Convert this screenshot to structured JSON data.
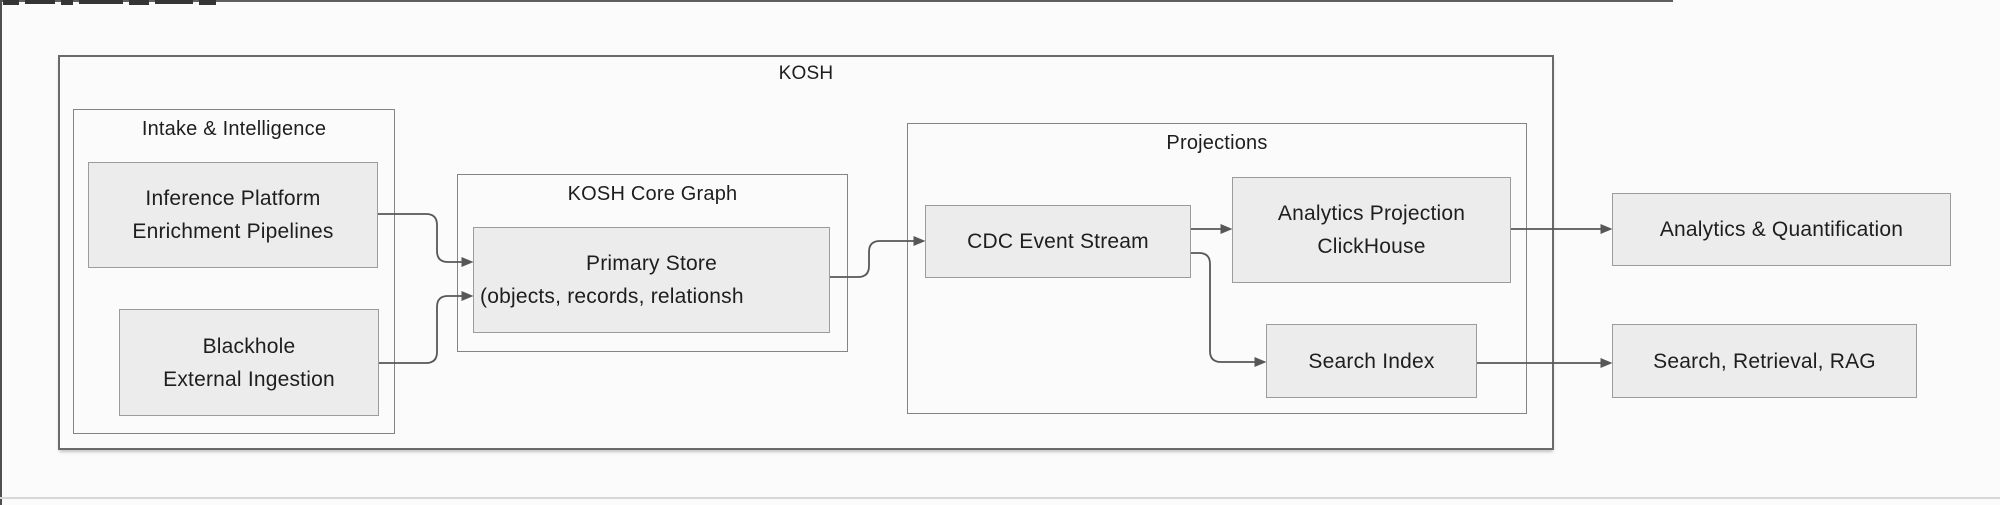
{
  "diagram": {
    "title": "KOSH",
    "groups": {
      "intake": {
        "label": "Intake & Intelligence"
      },
      "core_graph": {
        "label": "KOSH Core Graph"
      },
      "projections": {
        "label": "Projections"
      }
    },
    "nodes": {
      "inference": {
        "line1": "Inference Platform",
        "line2": "Enrichment Pipelines"
      },
      "blackhole": {
        "line1": "Blackhole",
        "line2": "External Ingestion"
      },
      "primary_store": {
        "line1": "Primary Store",
        "line2": "(objects, records, relationsh"
      },
      "cdc_stream": {
        "label": "CDC Event Stream"
      },
      "analytics_projection": {
        "line1": "Analytics Projection",
        "line2": "ClickHouse"
      },
      "search_index": {
        "label": "Search Index"
      },
      "analytics_quantification": {
        "label": "Analytics & Quantification"
      },
      "search_retrieval_rag": {
        "label": "Search, Retrieval, RAG"
      }
    },
    "edges": [
      {
        "from": "inference",
        "to": "primary_store"
      },
      {
        "from": "blackhole",
        "to": "primary_store"
      },
      {
        "from": "primary_store",
        "to": "cdc_stream"
      },
      {
        "from": "cdc_stream",
        "to": "analytics_projection"
      },
      {
        "from": "cdc_stream",
        "to": "search_index"
      },
      {
        "from": "analytics_projection",
        "to": "analytics_quantification"
      },
      {
        "from": "search_index",
        "to": "search_retrieval_rag"
      }
    ],
    "colors": {
      "background": "#fbfbfb",
      "node_fill": "#ececec",
      "node_border": "#9c9c9c",
      "group_border": "#848484",
      "outer_border": "#6a6a6a",
      "arrow": "#575757",
      "text": "#1e1e1e"
    }
  }
}
